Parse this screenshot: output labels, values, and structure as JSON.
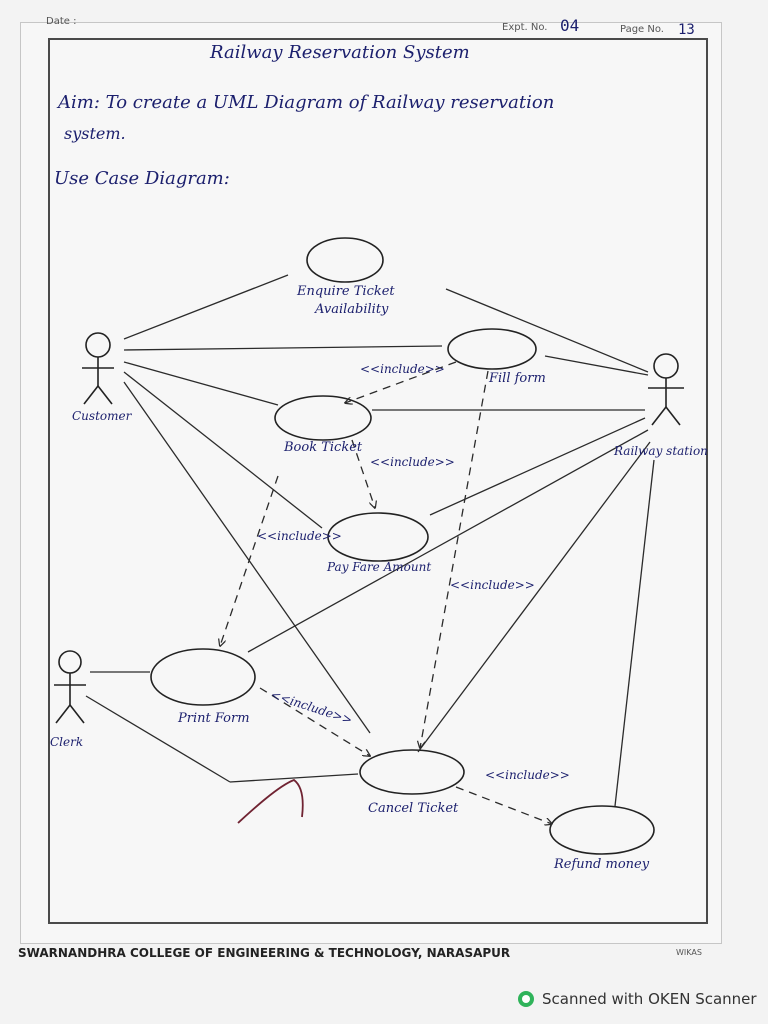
{
  "header": {
    "date_label": "Date :",
    "expt_label": "Expt. No.",
    "expt_value": "04",
    "page_label": "Page No.",
    "page_value": "13"
  },
  "title": "Railway Reservation System",
  "aim_line1": "Aim: To create a UML Diagram of Railway reservation",
  "aim_line2": "system.",
  "use_case_title": "Use Case Diagram:",
  "diagram": {
    "actors": {
      "customer": "Customer",
      "railway_station": "Railway station",
      "clerk": "Clerk"
    },
    "use_cases": {
      "enquire_line1": "Enquire Ticket",
      "enquire_line2": "Availability",
      "fill_form": "Fill form",
      "book_ticket": "Book Ticket",
      "pay_fare": "Pay Fare Amount",
      "print_form": "Print Form",
      "cancel_ticket": "Cancel Ticket",
      "refund_money": "Refund money"
    },
    "include_labels": {
      "fill_to_book": "<<include>>",
      "book_to_pay": "<<include>>",
      "pay_left": "<<include>>",
      "pay_right": "<<include>>",
      "print_cancel": "<<include>>",
      "cancel_refund": "<<include>>"
    }
  },
  "footer": {
    "college": "SWARNANDHRA COLLEGE OF ENGINEERING & TECHNOLOGY, NARASAPUR",
    "right_text": "WIKAS"
  },
  "scanner": {
    "label": "Scanned with OKEN Scanner"
  }
}
